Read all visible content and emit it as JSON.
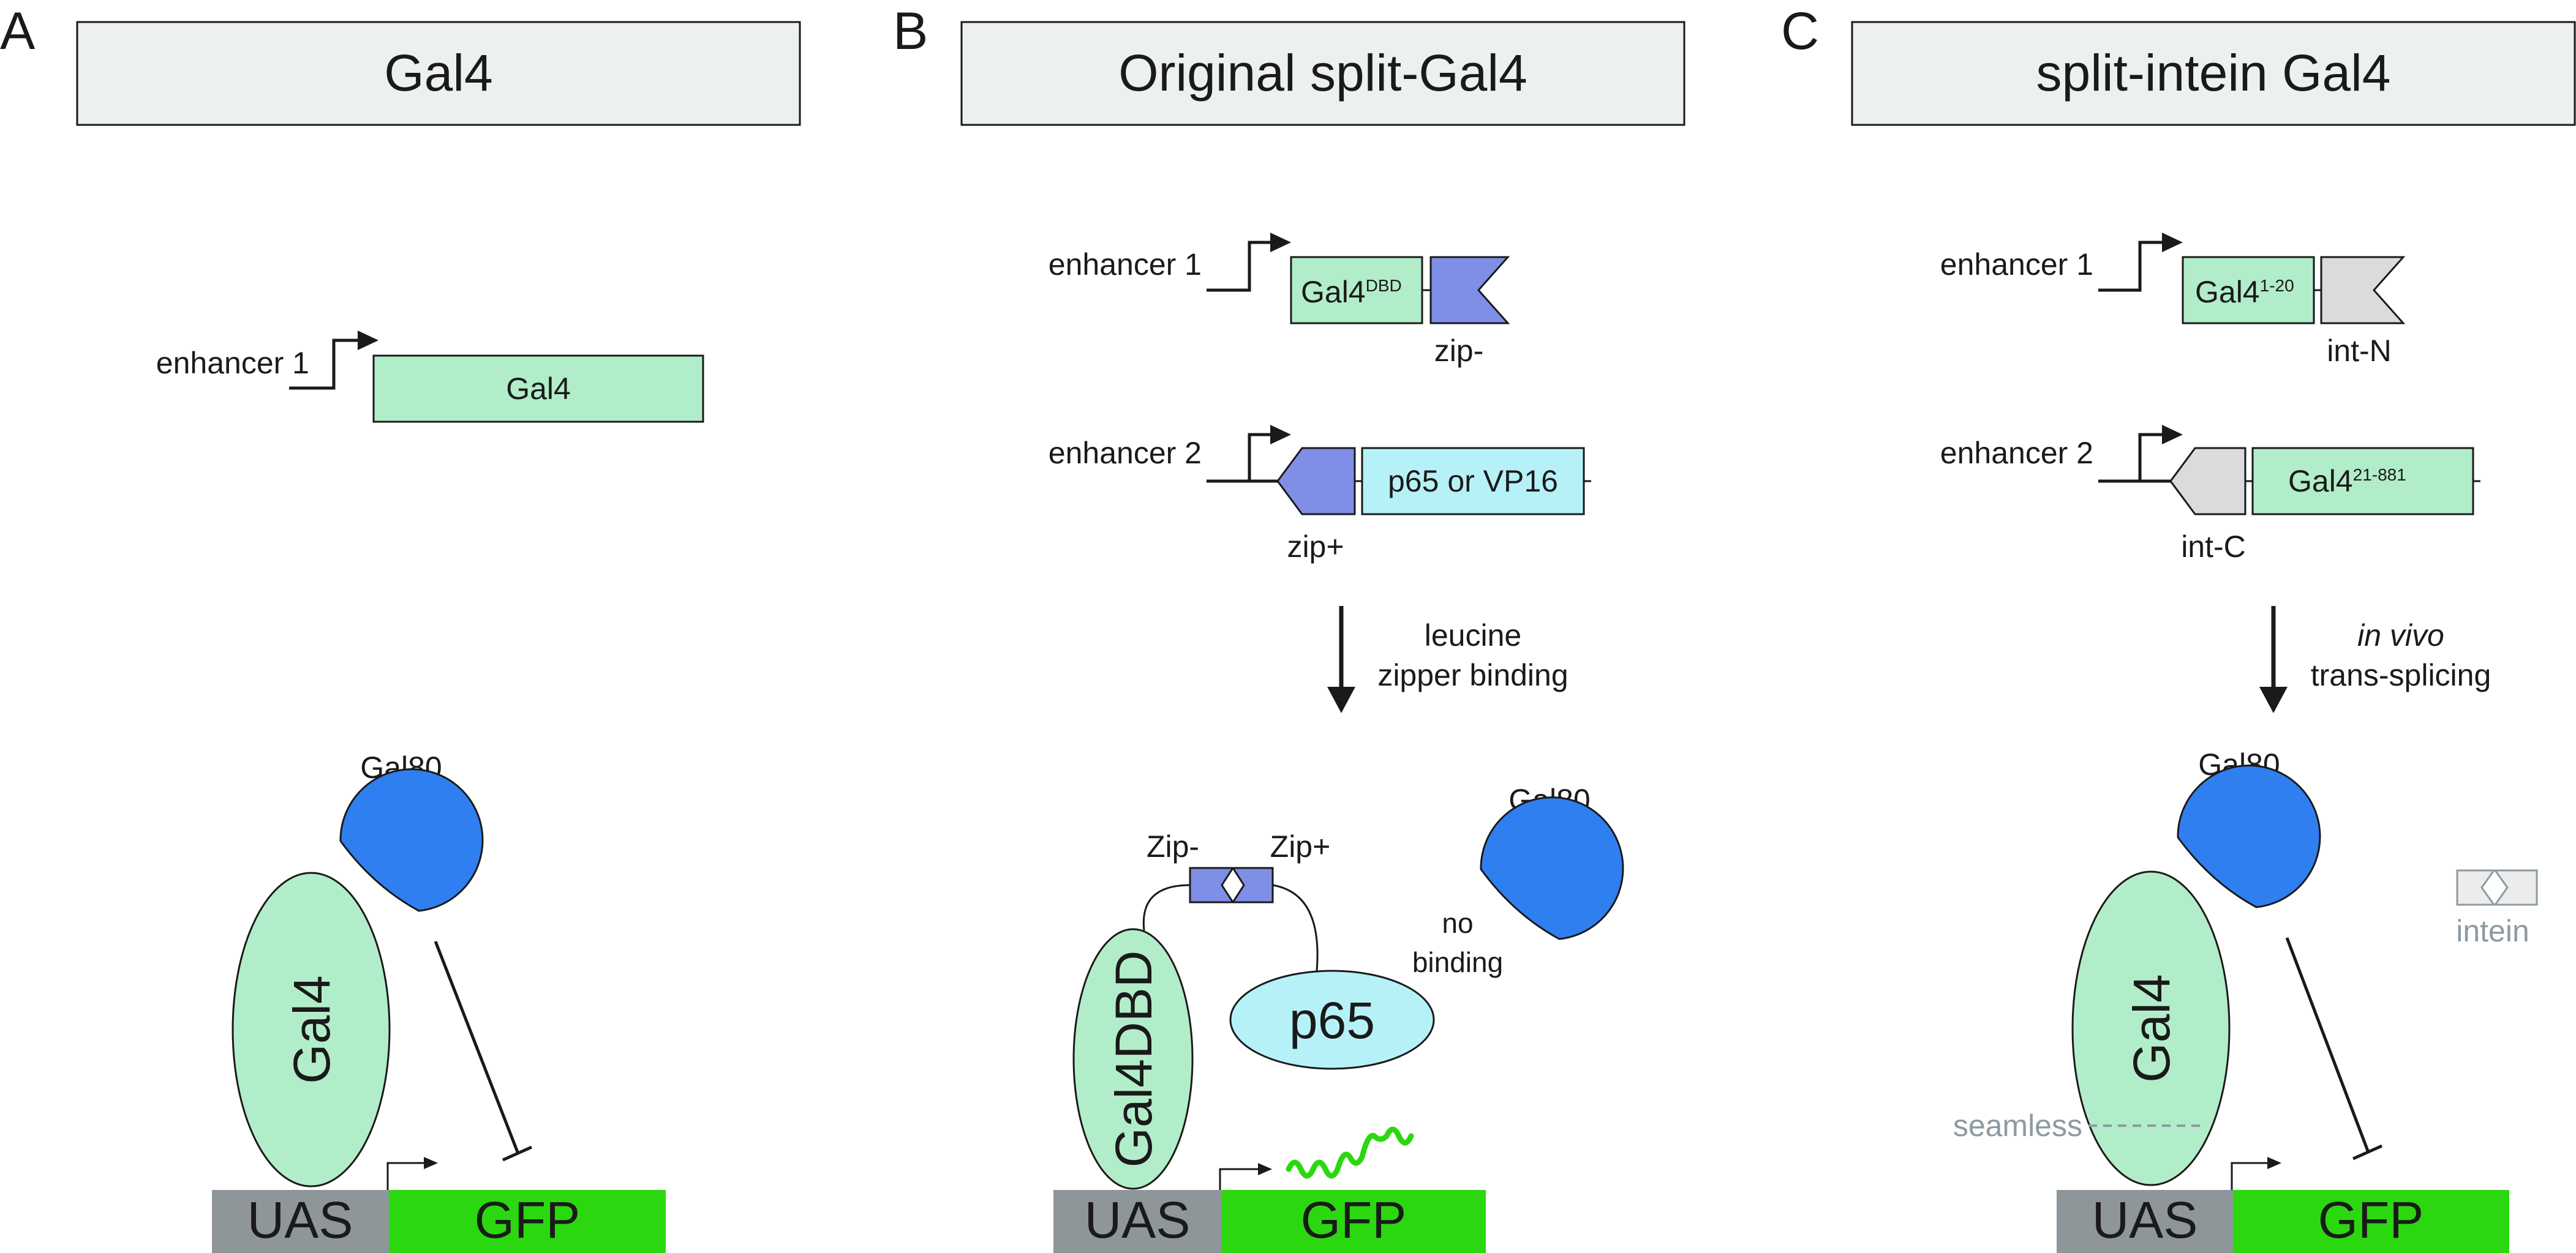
{
  "panels": [
    {
      "letter": "A",
      "title": "Gal4",
      "construct": {
        "enhancer": "enhancer 1",
        "gene": "Gal4"
      },
      "complex": {
        "repressor": "Gal80",
        "activator": "Gal4",
        "uas": "UAS",
        "reporter": "GFP"
      }
    },
    {
      "letter": "B",
      "title": "Original split-Gal4",
      "construct1": {
        "enhancer": "enhancer 1",
        "gene": "Gal4",
        "gene_sup": "DBD",
        "tag": "zip-"
      },
      "construct2": {
        "enhancer": "enhancer 2",
        "gene": "p65 or VP16",
        "tag": "zip+"
      },
      "step": {
        "line1": "leucine",
        "line2": "zipper binding"
      },
      "complex": {
        "zip_minus": "Zip-",
        "zip_plus": "Zip+",
        "dbd": "Gal4DBD",
        "ad": "p65",
        "repressor": "Gal80",
        "no_binding_1": "no",
        "no_binding_2": "binding",
        "uas": "UAS",
        "reporter": "GFP"
      }
    },
    {
      "letter": "C",
      "title": "split-intein Gal4",
      "construct1": {
        "enhancer": "enhancer 1",
        "gene": "Gal4",
        "gene_sup": "1-20",
        "tag": "int-N"
      },
      "construct2": {
        "enhancer": "enhancer 2",
        "gene": "Gal4",
        "gene_sup": "21-881",
        "tag": "int-C"
      },
      "step": {
        "line1": "in vivo",
        "line2": "trans-splicing"
      },
      "complex": {
        "repressor": "Gal80",
        "activator": "Gal4",
        "intein": "intein",
        "seamless": "seamless",
        "uas": "UAS",
        "reporter": "GFP"
      }
    }
  ],
  "colors": {
    "gal4_green": "#b2edc9",
    "zipper_purple": "#7f8ee6",
    "p65_cyan": "#b6f1f8",
    "gal80_blue": "#2f7ff0",
    "intein_gray": "#dbdbdc",
    "uas_gray": "#8f9699",
    "gfp_green": "#2bd80f",
    "title_box": "#edf0f0"
  }
}
